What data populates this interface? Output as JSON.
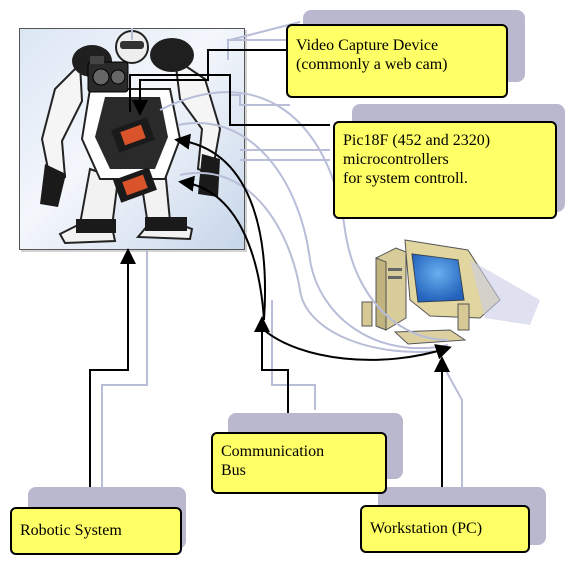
{
  "labels": {
    "video_capture": "Video Capture Device\n(commonly a web cam)",
    "microcontrollers": "Pic18F (452 and  2320)\nmicrocontrollers\nfor system controll.",
    "communication_bus": "Communication\nBus",
    "robotic_system": "Robotic  System",
    "workstation": "Workstation (PC)"
  },
  "colors": {
    "label_fill": "#ffff66",
    "label_shadow": "#b9b8cf",
    "wire_dark": "#000000",
    "wire_light": "#b8bdd8",
    "robot_bg": "#dbe6f4"
  },
  "icons": [
    "robot-image",
    "chip-icon",
    "camera-icon",
    "computer-icon"
  ]
}
